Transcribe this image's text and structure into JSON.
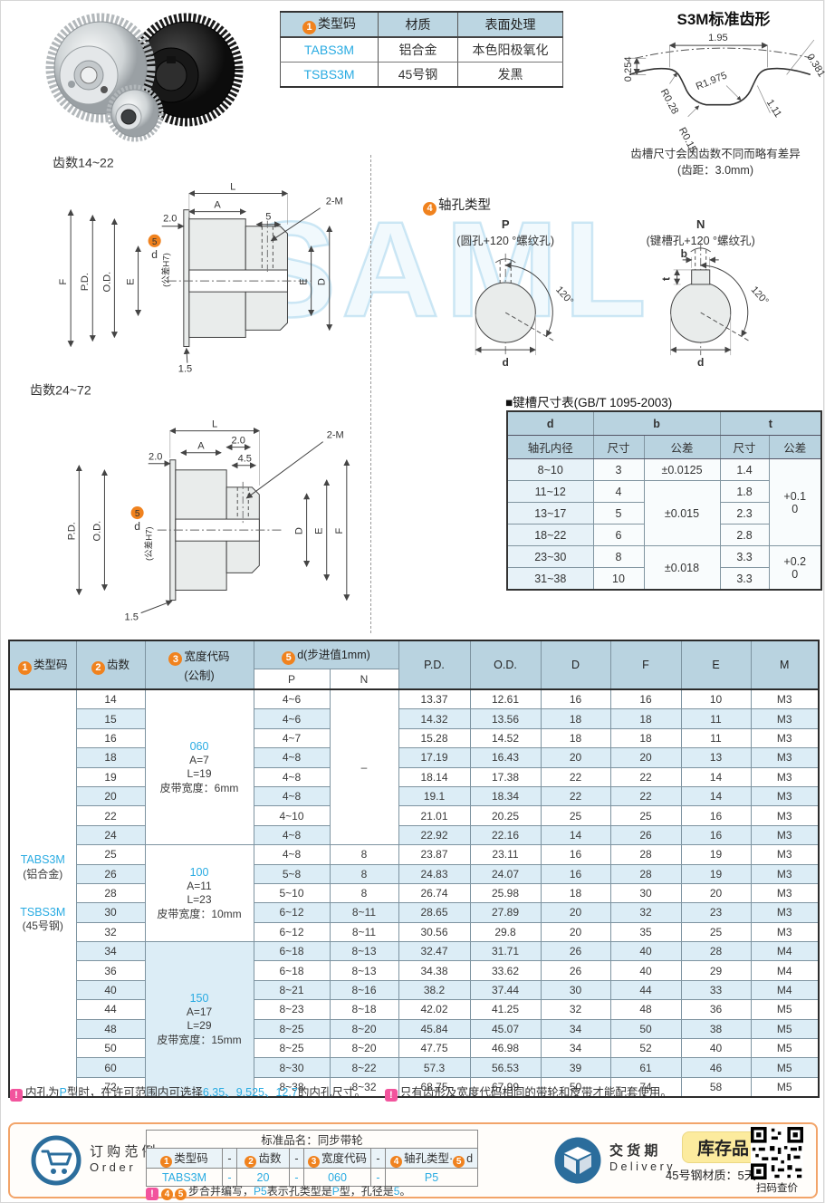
{
  "spec_table": {
    "badge1": "1",
    "headers": [
      "类型码",
      "材质",
      "表面处理"
    ],
    "rows": [
      {
        "code": "TABS3M",
        "material": "铝合金",
        "finish": "本色阳极氧化"
      },
      {
        "code": "TSBS3M",
        "material": "45号钢",
        "finish": "发黑"
      }
    ]
  },
  "tooth_profile": {
    "title": "S3M标准齿形",
    "dim_195": "1.95",
    "dim_0381": "0.381",
    "dim_r1975": "R1.975",
    "dim_r028": "R0.28",
    "dim_0254": "0.254",
    "dim_r015": "R0.15",
    "dim_111": "1.11",
    "note1": "齿槽尺寸会因齿数不同而略有差异",
    "note2": "(齿距：3.0mm)"
  },
  "drawing_small": {
    "title": "齿数14~22",
    "dim_L": "L",
    "dim_A": "A",
    "dim_20": "2.0",
    "dim_5": "5",
    "dim_2m": "2-M",
    "badge5": "5",
    "dim_d": "d",
    "dim_h7": "(公差H7)",
    "dim_F": "F",
    "dim_PD": "P.D.",
    "dim_OD": "O.D.",
    "dim_E": "E",
    "dim_E2": "E",
    "dim_D": "D",
    "dim_15": "1.5"
  },
  "drawing_large": {
    "title": "齿数24~72",
    "dim_L": "L",
    "dim_A": "A",
    "dim_20a": "2.0",
    "dim_20b": "2.0",
    "dim_45": "4.5",
    "dim_2m": "2-M",
    "badge5": "5",
    "dim_d": "d",
    "dim_h7": "(公差H7)",
    "dim_PD": "P.D.",
    "dim_OD": "O.D.",
    "dim_D": "D",
    "dim_E": "E",
    "dim_F": "F",
    "dim_15": "1.5"
  },
  "shaft_holes": {
    "badge": "4",
    "title": "轴孔类型",
    "p_label": "P",
    "p_desc": "(圆孔+120 °螺纹孔)",
    "p_angle": "120°",
    "p_d": "d",
    "n_label": "N",
    "n_desc": "(键槽孔+120 °螺纹孔)",
    "n_angle": "120°",
    "n_d": "d",
    "n_b": "b",
    "n_t": "t"
  },
  "keyway_table": {
    "title": "■键槽尺寸表(GB/T 1095-2003)",
    "h_d": "d",
    "h_d_sub": "轴孔内径",
    "h_b": "b",
    "h_t": "t",
    "h_size": "尺寸",
    "h_size2": "尺寸",
    "h_tol": "公差",
    "h_tol2": "公差",
    "rows": [
      {
        "d": "8~10",
        "b": "3",
        "t": "1.4"
      },
      {
        "d": "11~12",
        "b": "4",
        "t": "1.8"
      },
      {
        "d": "13~17",
        "b": "5",
        "t": "2.3"
      },
      {
        "d": "18~22",
        "b": "6",
        "t": "2.8"
      },
      {
        "d": "23~30",
        "b": "8",
        "t": "3.3"
      },
      {
        "d": "31~38",
        "b": "10",
        "t": "3.3"
      }
    ],
    "b_tol_1": "±0.0125",
    "b_tol_2": "±0.015",
    "b_tol_3": "±0.018",
    "t_tol_1": "+0.1",
    "t_tol_1b": "0",
    "t_tol_2": "+0.2",
    "t_tol_2b": "0"
  },
  "main_table": {
    "badge1": "1",
    "h_type": "类型码",
    "badge2": "2",
    "h_teeth": "齿数",
    "badge3": "3",
    "h_width": "宽度代码",
    "h_width_sub": "(公制)",
    "badge5": "5",
    "h_d": "d(步进值1mm)",
    "h_p": "P",
    "h_n": "N",
    "h_pd": "P.D.",
    "h_od": "O.D.",
    "h_D": "D",
    "h_F": "F",
    "h_E": "E",
    "h_M": "M",
    "type_code_lines": [
      "TABS3M",
      "(铝合金)",
      "TSBS3M",
      "(45号钢)"
    ],
    "n_dash": "–",
    "n_dash_span": 8,
    "width_groups": [
      {
        "at": 0,
        "span": 8,
        "code": "060",
        "a": "A=7",
        "l": "L=19",
        "belt": "皮带宽度：6mm"
      },
      {
        "at": 8,
        "span": 5,
        "code": "100",
        "a": "A=11",
        "l": "L=23",
        "belt": "皮带宽度：10mm"
      },
      {
        "at": 13,
        "span": 8,
        "code": "150",
        "a": "A=17",
        "l": "L=29",
        "belt": "皮带宽度：15mm"
      }
    ],
    "rows": [
      {
        "teeth": "14",
        "p": "4~6",
        "n": "",
        "pd": "13.37",
        "od": "12.61",
        "d": "16",
        "f": "16",
        "e": "10",
        "m": "M3"
      },
      {
        "teeth": "15",
        "p": "4~6",
        "n": "",
        "pd": "14.32",
        "od": "13.56",
        "d": "18",
        "f": "18",
        "e": "11",
        "m": "M3"
      },
      {
        "teeth": "16",
        "p": "4~7",
        "n": "",
        "pd": "15.28",
        "od": "14.52",
        "d": "18",
        "f": "18",
        "e": "11",
        "m": "M3"
      },
      {
        "teeth": "18",
        "p": "4~8",
        "n": "",
        "pd": "17.19",
        "od": "16.43",
        "d": "20",
        "f": "20",
        "e": "13",
        "m": "M3"
      },
      {
        "teeth": "19",
        "p": "4~8",
        "n": "",
        "pd": "18.14",
        "od": "17.38",
        "d": "22",
        "f": "22",
        "e": "14",
        "m": "M3"
      },
      {
        "teeth": "20",
        "p": "4~8",
        "n": "",
        "pd": "19.1",
        "od": "18.34",
        "d": "22",
        "f": "22",
        "e": "14",
        "m": "M3"
      },
      {
        "teeth": "22",
        "p": "4~10",
        "n": "",
        "pd": "21.01",
        "od": "20.25",
        "d": "25",
        "f": "25",
        "e": "16",
        "m": "M3"
      },
      {
        "teeth": "24",
        "p": "4~8",
        "n": "",
        "pd": "22.92",
        "od": "22.16",
        "d": "14",
        "f": "26",
        "e": "16",
        "m": "M3"
      },
      {
        "teeth": "25",
        "p": "4~8",
        "n": "8",
        "pd": "23.87",
        "od": "23.11",
        "d": "16",
        "f": "28",
        "e": "19",
        "m": "M3"
      },
      {
        "teeth": "26",
        "p": "5~8",
        "n": "8",
        "pd": "24.83",
        "od": "24.07",
        "d": "16",
        "f": "28",
        "e": "19",
        "m": "M3"
      },
      {
        "teeth": "28",
        "p": "5~10",
        "n": "8",
        "pd": "26.74",
        "od": "25.98",
        "d": "18",
        "f": "30",
        "e": "20",
        "m": "M3"
      },
      {
        "teeth": "30",
        "p": "6~12",
        "n": "8~11",
        "pd": "28.65",
        "od": "27.89",
        "d": "20",
        "f": "32",
        "e": "23",
        "m": "M3"
      },
      {
        "teeth": "32",
        "p": "6~12",
        "n": "8~11",
        "pd": "30.56",
        "od": "29.8",
        "d": "20",
        "f": "35",
        "e": "25",
        "m": "M3"
      },
      {
        "teeth": "34",
        "p": "6~18",
        "n": "8~13",
        "pd": "32.47",
        "od": "31.71",
        "d": "26",
        "f": "40",
        "e": "28",
        "m": "M4"
      },
      {
        "teeth": "36",
        "p": "6~18",
        "n": "8~13",
        "pd": "34.38",
        "od": "33.62",
        "d": "26",
        "f": "40",
        "e": "29",
        "m": "M4"
      },
      {
        "teeth": "40",
        "p": "8~21",
        "n": "8~16",
        "pd": "38.2",
        "od": "37.44",
        "d": "30",
        "f": "44",
        "e": "33",
        "m": "M4"
      },
      {
        "teeth": "44",
        "p": "8~23",
        "n": "8~18",
        "pd": "42.02",
        "od": "41.25",
        "d": "32",
        "f": "48",
        "e": "36",
        "m": "M5"
      },
      {
        "teeth": "48",
        "p": "8~25",
        "n": "8~20",
        "pd": "45.84",
        "od": "45.07",
        "d": "34",
        "f": "50",
        "e": "38",
        "m": "M5"
      },
      {
        "teeth": "50",
        "p": "8~25",
        "n": "8~20",
        "pd": "47.75",
        "od": "46.98",
        "d": "34",
        "f": "52",
        "e": "40",
        "m": "M5"
      },
      {
        "teeth": "60",
        "p": "8~30",
        "n": "8~22",
        "pd": "57.3",
        "od": "56.53",
        "d": "39",
        "f": "61",
        "e": "46",
        "m": "M5"
      },
      {
        "teeth": "72",
        "p": "8~38",
        "n": "8~32",
        "pd": "68.75",
        "od": "67.99",
        "d": "50",
        "f": "74",
        "e": "58",
        "m": "M5"
      }
    ]
  },
  "notes": {
    "icon": "!",
    "note1_pre": "内孔为",
    "note1_p": "P",
    "note1_mid": "型时，在许可范围内可选择",
    "note1_values": "6.35、9.525、12.7",
    "note1_post": "的内孔尺寸。",
    "note2": "只有齿形及宽度代码相同的带轮和皮带才能配套使用。"
  },
  "footer": {
    "order_title_cn": "订 购 范 例",
    "order_title_en": "O r d e r",
    "order_table": {
      "product_name": "标准品名：同步带轮",
      "badge1": "1",
      "h1": "类型码",
      "badge2": "2",
      "h2": "齿数",
      "badge3": "3",
      "h3": "宽度代码",
      "badge4": "4",
      "h4": "轴孔类型·",
      "badge5": "5",
      "h4b": "d",
      "dash": "-",
      "v1": "TABS3M",
      "v2": "20",
      "v3": "060",
      "v4": "P5"
    },
    "order_note": {
      "icon": "!",
      "badge4": "4",
      "badge5": "5",
      "pre": "步合并编写，",
      "p5": "P5",
      "mid": "表示孔类型是",
      "p": "P",
      "mid2": "型，孔径是",
      "five": "5",
      "post": "。"
    },
    "delivery_cn": "交 货 期",
    "delivery_en": "D e l i v e r y",
    "stock_badge": "库存品",
    "stock_note": "45号钢材质：5天",
    "qr_caption": "扫码查价",
    "accent_orange": "#f2a469",
    "accent_blue": "#2b6d9c",
    "accent_cyan": "#29abe2"
  }
}
